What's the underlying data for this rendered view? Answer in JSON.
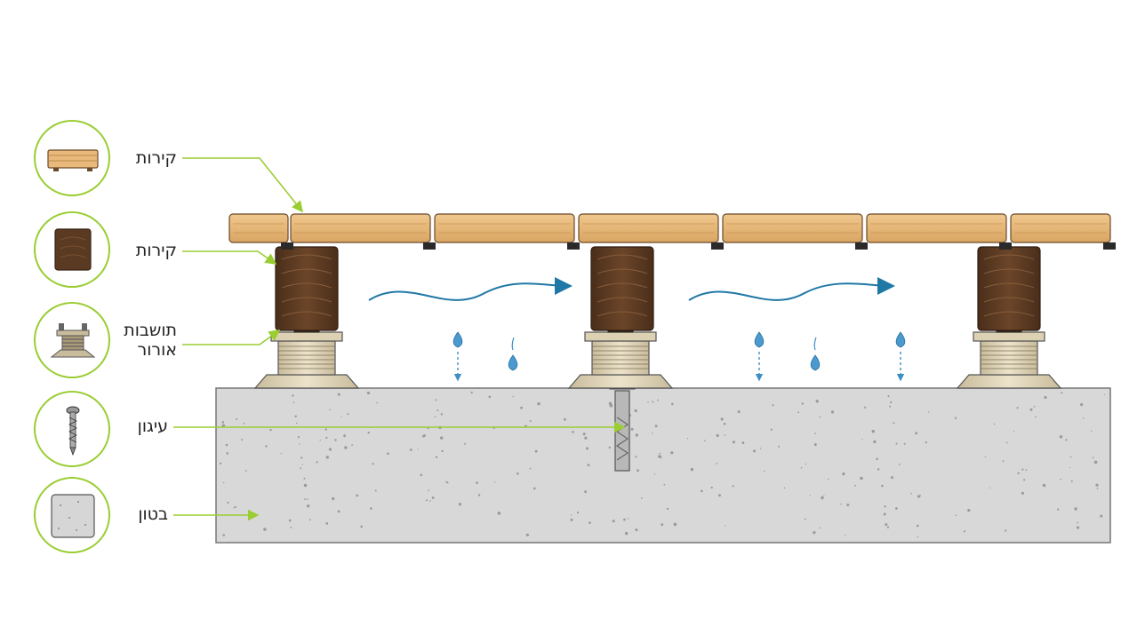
{
  "legend": [
    {
      "icon": "deck-board-icon",
      "label": "קירות"
    },
    {
      "icon": "joist-icon",
      "label": "קירות"
    },
    {
      "icon": "pedestal-icon",
      "label": "תושבות\nאורור"
    },
    {
      "icon": "screw-icon",
      "label": "עיגון"
    },
    {
      "icon": "concrete-icon",
      "label": "בטון"
    }
  ],
  "colors": {
    "accent": "#9acd32",
    "deck_board": "#e8b97a",
    "joist": "#5a3a22",
    "concrete": "#d7d7d7",
    "water": "#3d8fc4",
    "airflow": "#1f78a6"
  }
}
